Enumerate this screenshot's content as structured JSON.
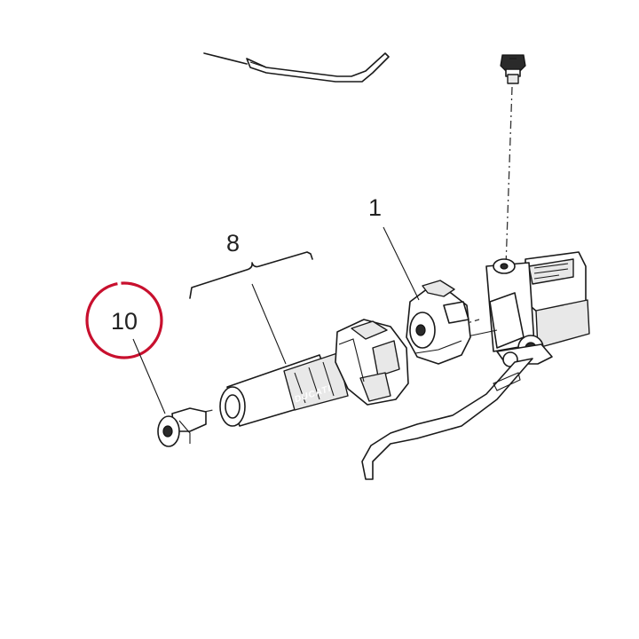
{
  "diagram": {
    "callouts": {
      "grip_assembly": "8",
      "switch_housing": "1",
      "bar_end_weight": "10"
    },
    "grip_brand_text": "DUCATI",
    "highlight_color": "#c8102e"
  }
}
